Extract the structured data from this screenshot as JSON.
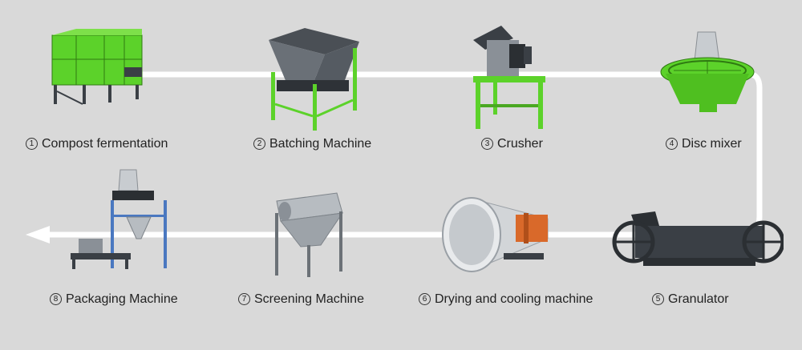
{
  "steps": [
    {
      "num": "1",
      "label": "Compost fermentation",
      "icon": "compost-fermenter-icon"
    },
    {
      "num": "2",
      "label": "Batching Machine",
      "icon": "batching-machine-icon"
    },
    {
      "num": "3",
      "label": "Crusher",
      "icon": "crusher-icon"
    },
    {
      "num": "4",
      "label": "Disc mixer",
      "icon": "disc-mixer-icon"
    },
    {
      "num": "5",
      "label": "Granulator",
      "icon": "granulator-icon"
    },
    {
      "num": "6",
      "label": "Drying and cooling machine",
      "icon": "rotary-dryer-icon"
    },
    {
      "num": "7",
      "label": "Screening Machine",
      "icon": "screening-machine-icon"
    },
    {
      "num": "8",
      "label": "Packaging Machine",
      "icon": "packaging-machine-icon"
    }
  ],
  "colors": {
    "background": "#d9d9d9",
    "flow_line": "#ffffff",
    "machine_green": "#5cd22a",
    "machine_dark": "#3a3f45",
    "steel": "#b7bcc1"
  }
}
